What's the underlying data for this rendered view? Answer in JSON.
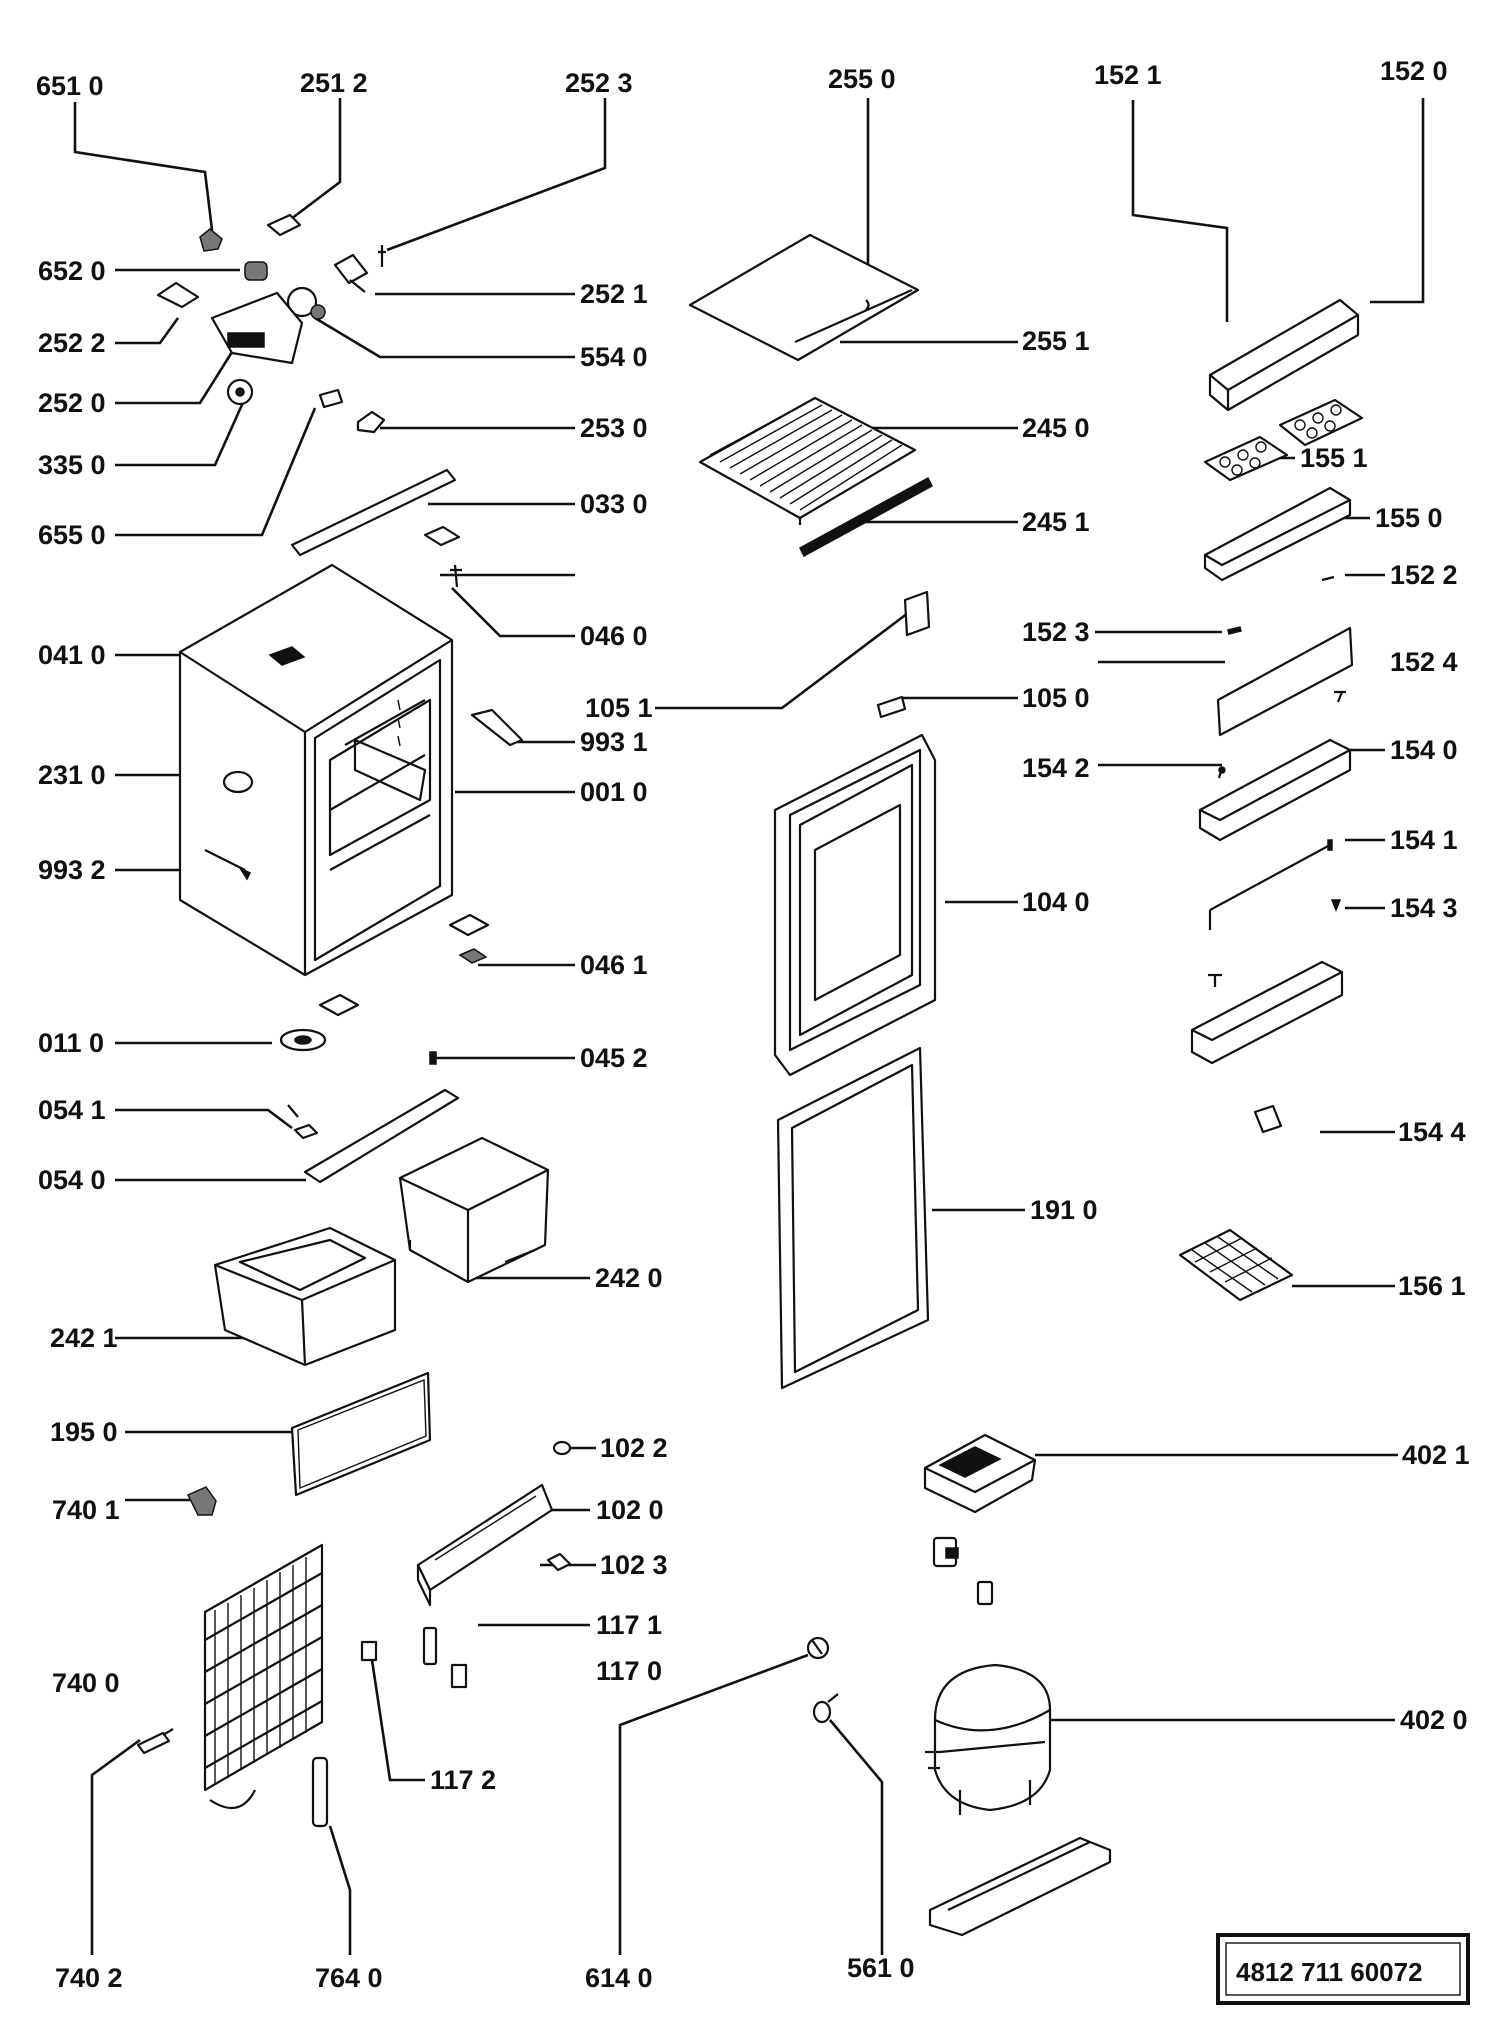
{
  "diagram_id": "4812 711 60072",
  "callouts": {
    "c6510": "651 0",
    "c2512": "251 2",
    "c2523": "252 3",
    "c2550": "255 0",
    "c1521": "152 1",
    "c1520": "152 0",
    "c6520": "652 0",
    "c2521": "252 1",
    "c2522": "252 2",
    "c5540": "554 0",
    "c2551": "255 1",
    "c2520": "252 0",
    "c3350": "335 0",
    "c2530": "253 0",
    "c2450": "245 0",
    "c1551": "155 1",
    "c6550": "655 0",
    "c0330": "033 0",
    "c2451": "245 1",
    "c1550": "155 0",
    "c1522": "152 2",
    "c0460": "046 0",
    "c1523": "152 3",
    "c0410": "041 0",
    "c1524": "152 4",
    "c1051": "105 1",
    "c1050": "105 0",
    "c9931": "993 1",
    "c1540": "154 0",
    "c2310": "231 0",
    "c0010": "001 0",
    "c1542": "154 2",
    "c1541": "154 1",
    "c9932": "993 2",
    "c1040": "104 0",
    "c1543": "154 3",
    "c0461": "046 1",
    "c0110": "011 0",
    "c0452": "045 2",
    "c0541": "054 1",
    "c1544": "154 4",
    "c0540": "054 0",
    "c1910": "191 0",
    "c2420": "242 0",
    "c1561": "156 1",
    "c2421": "242 1",
    "c1022": "102 2",
    "c4021": "402 1",
    "c1950": "195 0",
    "c7401": "740 1",
    "c1020": "102 0",
    "c1023": "102 3",
    "c1171": "117 1",
    "c7400": "740 0",
    "c1170": "117 0",
    "c4020": "402 0",
    "c1172": "117 2",
    "c7402": "740 2",
    "c7640": "764 0",
    "c6140": "614 0",
    "c5610": "561 0"
  }
}
